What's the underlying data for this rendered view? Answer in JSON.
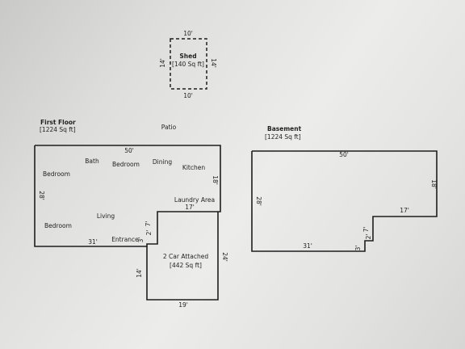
{
  "shed": {
    "name": "Shed",
    "area": "[140 Sq ft]",
    "dim_top": "10'",
    "dim_bottom": "10'",
    "dim_left": "14'",
    "dim_right": "14'"
  },
  "first_floor": {
    "title": "First Floor",
    "area": "[1224 Sq ft]",
    "patio": "Patio",
    "dim_top": "50'",
    "dim_left": "28'",
    "dim_right": "18'",
    "dim_step_horizontal": "17'",
    "dim_step_vertical": "7'",
    "dim_notch_horizontal": "2'",
    "dim_notch_vertical": "3'",
    "dim_bottom": "31'",
    "rooms": {
      "bath": "Bath",
      "bedroom_top": "Bedroom",
      "bedroom_center": "Bedroom",
      "dining": "Dining",
      "kitchen": "Kitchen",
      "laundry": "Laundry Area",
      "living": "Living",
      "bedroom_bottom": "Bedroom",
      "entrance": "Entrance"
    }
  },
  "garage": {
    "name": "2 Car Attached",
    "area": "[442 Sq ft]",
    "dim_left": "14'",
    "dim_right": "24'",
    "dim_bottom": "19'"
  },
  "basement": {
    "title": "Basement",
    "area": "[1224 Sq ft]",
    "dim_top": "50'",
    "dim_left": "28'",
    "dim_right": "18'",
    "dim_step_horizontal": "17'",
    "dim_step_vertical": "7'",
    "dim_notch_horizontal": "2'",
    "dim_notch_vertical": "3'",
    "dim_bottom": "31'"
  }
}
